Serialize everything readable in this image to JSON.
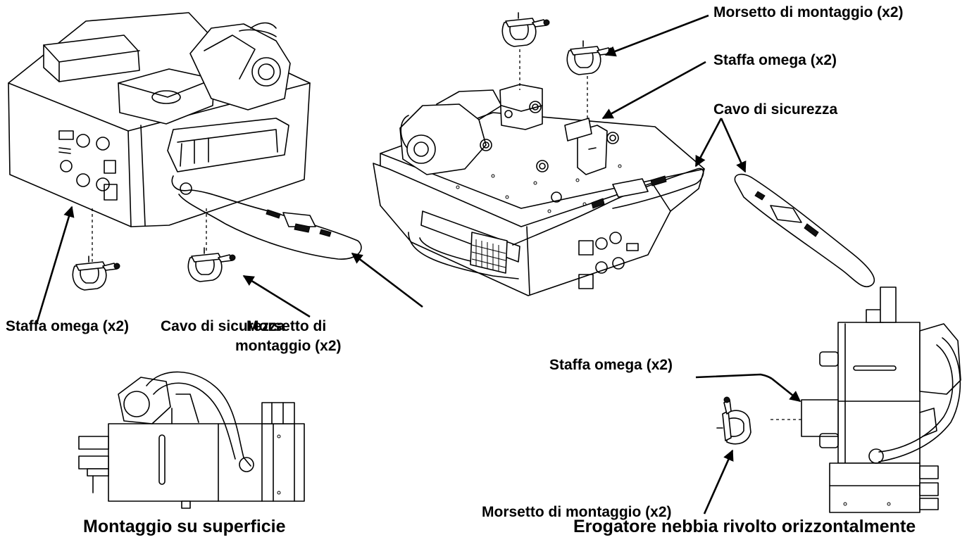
{
  "labels": {
    "top_right_clamp": "Morsetto di montaggio (x2)",
    "top_right_bracket": "Staffa omega (x2)",
    "top_right_cable": "Cavo di sicurezza",
    "left_bracket": "Staffa omega (x2)",
    "left_cable": "Cavo di sicurezza",
    "left_clamp_line1": "Morsetto di",
    "left_clamp_line2": "montaggio (x2)",
    "side_bracket": "Staffa omega (x2)",
    "side_clamp": "Morsetto di montaggio (x2)",
    "caption_left": "Montaggio su superficie",
    "caption_right": "Erogatore nebbia rivolto orizzontalmente"
  }
}
